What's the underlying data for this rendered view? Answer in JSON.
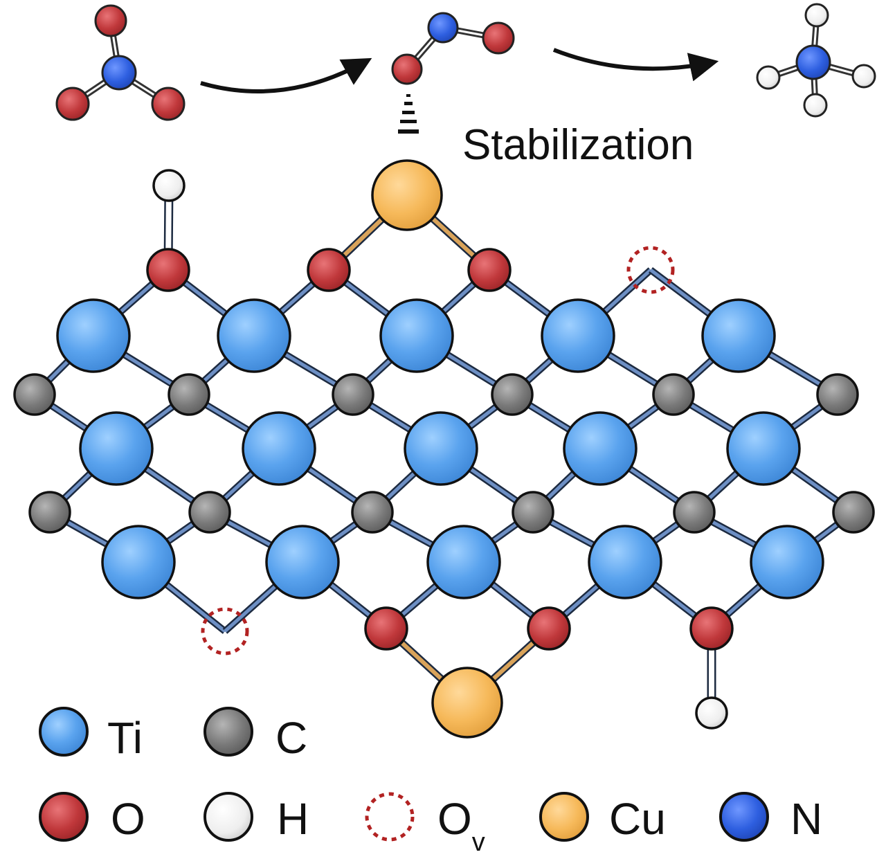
{
  "caption": {
    "stabilization_label": "Stabilization"
  },
  "molecules": {
    "reactant": "nitrate (NO3-)",
    "intermediate": "nitrite (NO2) adsorbed via O",
    "product": "ammonium (NH4+)"
  },
  "legend": {
    "items": [
      {
        "key": "ti",
        "label": "Ti",
        "style": "solid",
        "color": "#5aa3ee"
      },
      {
        "key": "c",
        "label": "C",
        "style": "solid",
        "color": "#7a7a7a"
      },
      {
        "key": "o",
        "label": "O",
        "style": "solid",
        "color": "#c0383b"
      },
      {
        "key": "h",
        "label": "H",
        "style": "solid",
        "color": "#eeeeee"
      },
      {
        "key": "ov",
        "label": "O",
        "sub": "v",
        "style": "dashed",
        "color": "#b22222"
      },
      {
        "key": "cu",
        "label": "Cu",
        "style": "solid",
        "color": "#f6b95a"
      },
      {
        "key": "n",
        "label": "N",
        "style": "solid",
        "color": "#2e5fe0"
      }
    ]
  },
  "colors": {
    "ti": "#5aa3ee",
    "c": "#7a7a7a",
    "o": "#c0383b",
    "h": "#eeeeee",
    "cu": "#f6b95a",
    "n": "#2e5fe0",
    "vacancy": "#b22222",
    "bond": "#4d6a94",
    "arrow": "#111111"
  }
}
